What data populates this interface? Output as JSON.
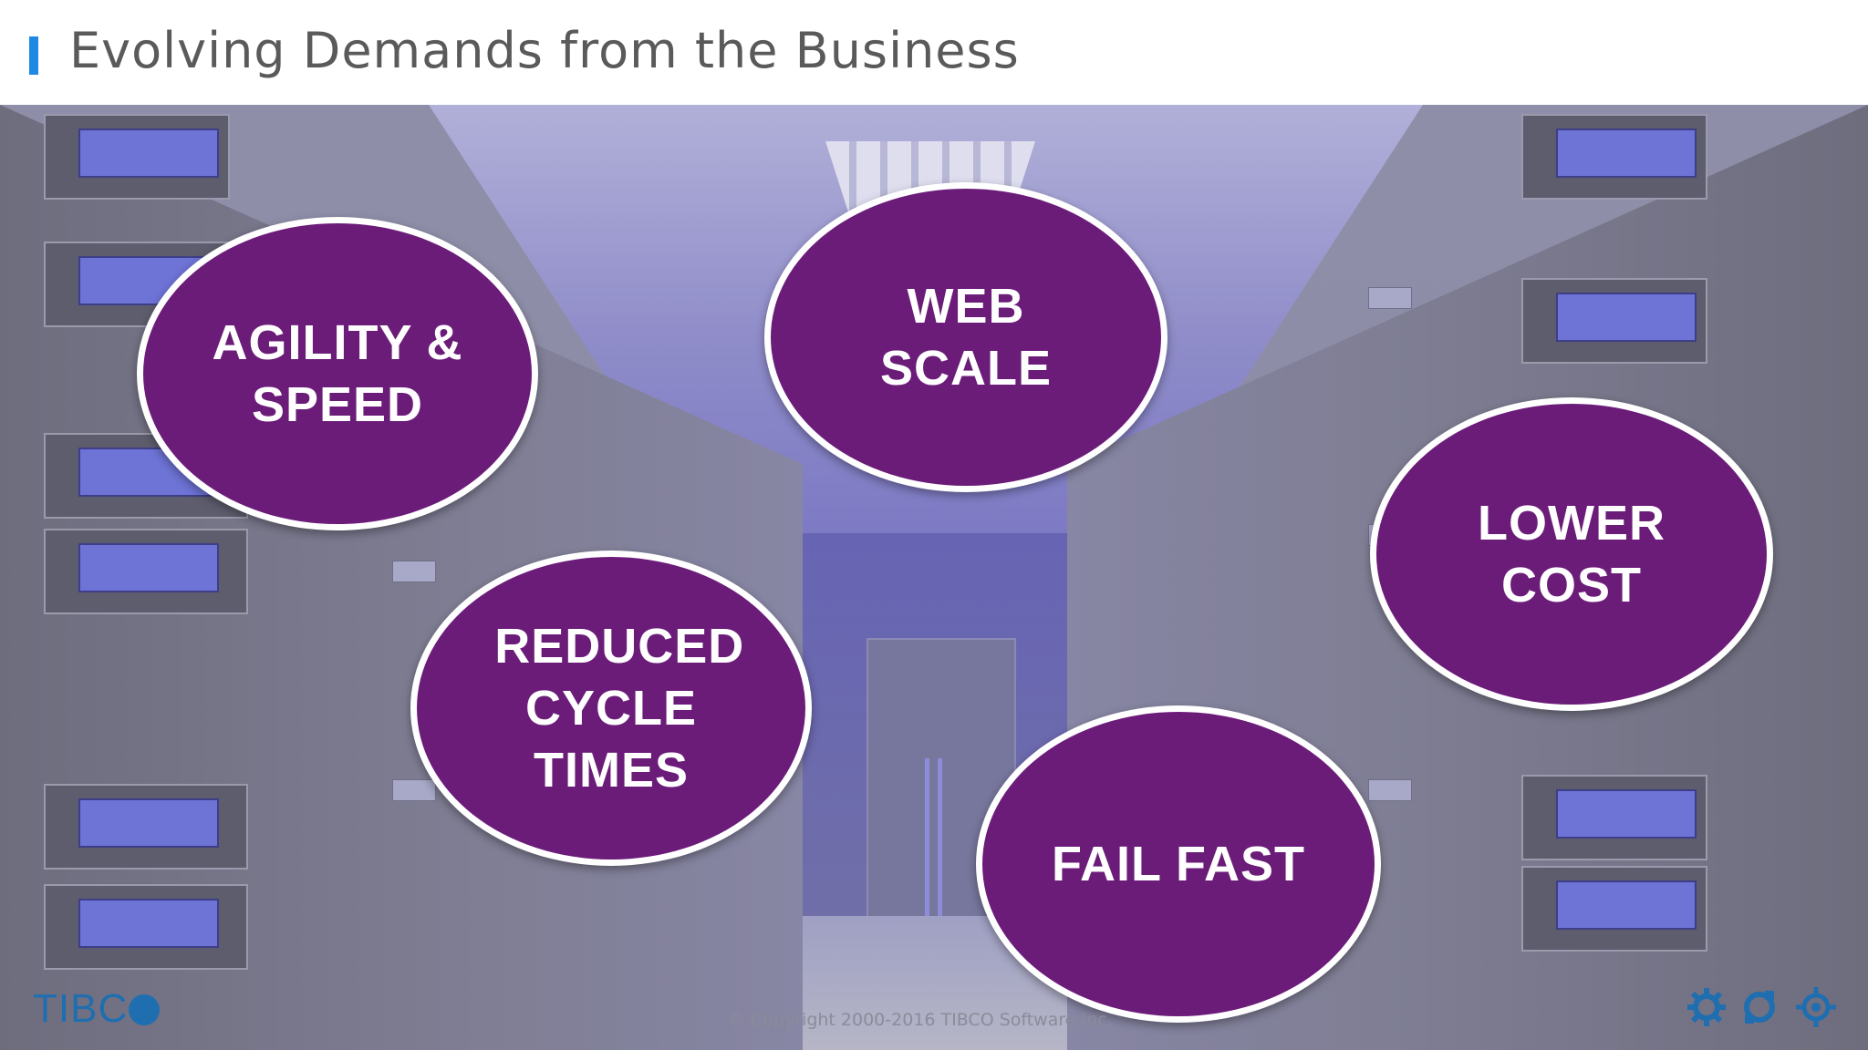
{
  "header": {
    "title": "Evolving Demands from the Business"
  },
  "bubbles": {
    "agility": "AGILITY & SPEED",
    "web_scale": "WEB SCALE",
    "lower_cost": "LOWER COST",
    "reduced_cycle": "REDUCED CYCLE TIMES",
    "fail_fast": "FAIL FAST"
  },
  "footer": {
    "logo": "TIBC",
    "copyright": "© Copyright 2000-2016 TIBCO Software Inc."
  },
  "colors": {
    "accent": "#1e88e5",
    "bubble": "#6b1c79",
    "logo": "#1f6eb0",
    "icons": "#1f6eb0"
  },
  "icons": [
    "gear-icon",
    "cycle-icon",
    "crosshair-icon"
  ]
}
